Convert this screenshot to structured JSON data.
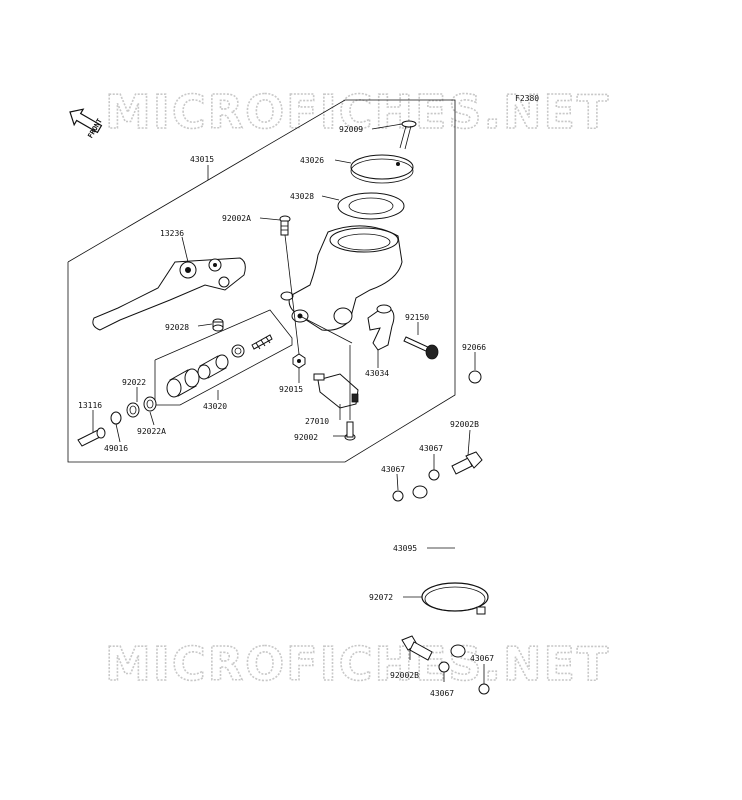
{
  "diagram_code": "F2380",
  "front_label": "FRONT",
  "watermark_text": "MICROFICHES.NET",
  "parts": {
    "p92009": "92009",
    "p43026": "43026",
    "p43028": "43028",
    "p43015": "43015",
    "p92002A": "92002A",
    "p13236": "13236",
    "p92028": "92028",
    "p92150": "92150",
    "p92066": "92066",
    "p43034": "43034",
    "p92015": "92015",
    "p43020": "43020",
    "p92022": "92022",
    "p92022A": "92022A",
    "p13116": "13116",
    "p49016": "49016",
    "p27010": "27010",
    "p92002": "92002",
    "p92002B_top": "92002B",
    "p43067_a": "43067",
    "p43067_b": "43067",
    "p43095": "43095",
    "p92072": "92072",
    "p92002B_bot": "92002B",
    "p43067_c": "43067",
    "p43067_d": "43067"
  }
}
